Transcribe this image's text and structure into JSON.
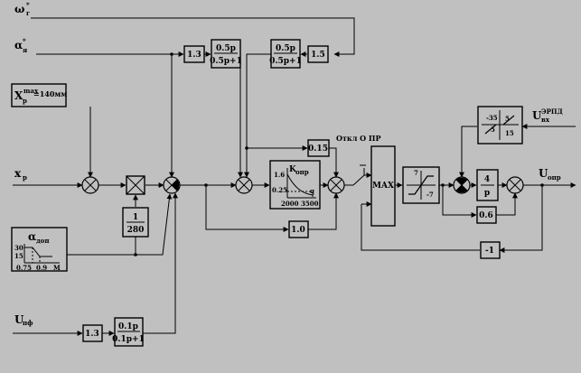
{
  "inputs": {
    "omega": "ω",
    "omega_star": "*",
    "omega_sub": "г",
    "alpha": "α",
    "alpha_star": "*",
    "alpha_sub": "я",
    "xp": "x",
    "xp_sub": "p",
    "xp_max_x": "X",
    "xp_max_sup": "max",
    "xp_max_sub": "p",
    "xp_max_val": "=140мм",
    "upf": "U",
    "upf_sub": "пф",
    "uvx": "U",
    "uvx_sub": "вх",
    "uvx_sup": "ЭРПД"
  },
  "blocks": {
    "gain_top": "1.3",
    "filt1_num": "0.5p",
    "filt1_den": "0.5p+1",
    "filt2_num": "0.5p",
    "filt2_den": "0.5p+1",
    "gain_15": "1.5",
    "inv_num": "1",
    "inv_den": "280",
    "gain_015": "0.15",
    "gain_10": "1.0",
    "gain_upf": "1.3",
    "filt3_num": "0.1p",
    "filt3_den": "0.1p+1",
    "max_label": "MAX",
    "int_num": "4",
    "int_den": "p",
    "gain_06": "0.6",
    "gain_m1": "-1",
    "alpha_plot_title": "α",
    "alpha_plot_sub": "доп",
    "alpha_y1": "30",
    "alpha_y2": "15",
    "alpha_x1": "0.75",
    "alpha_x2": "0.9",
    "alpha_x3": "M",
    "k_plot_title": "K",
    "k_plot_sub": "опр",
    "k_y1": "1.6",
    "k_y2": "0.25",
    "k_x1": "2000",
    "k_x2": "3500",
    "k_x3": "q",
    "dz_top": "-35",
    "dz_l": "5",
    "dz_r": "5",
    "dz_right": "15",
    "sat_top": "7",
    "sat_bot": "-7"
  },
  "labels": {
    "switch": "Откл О ПР",
    "output": "U",
    "output_sub": "опр"
  }
}
